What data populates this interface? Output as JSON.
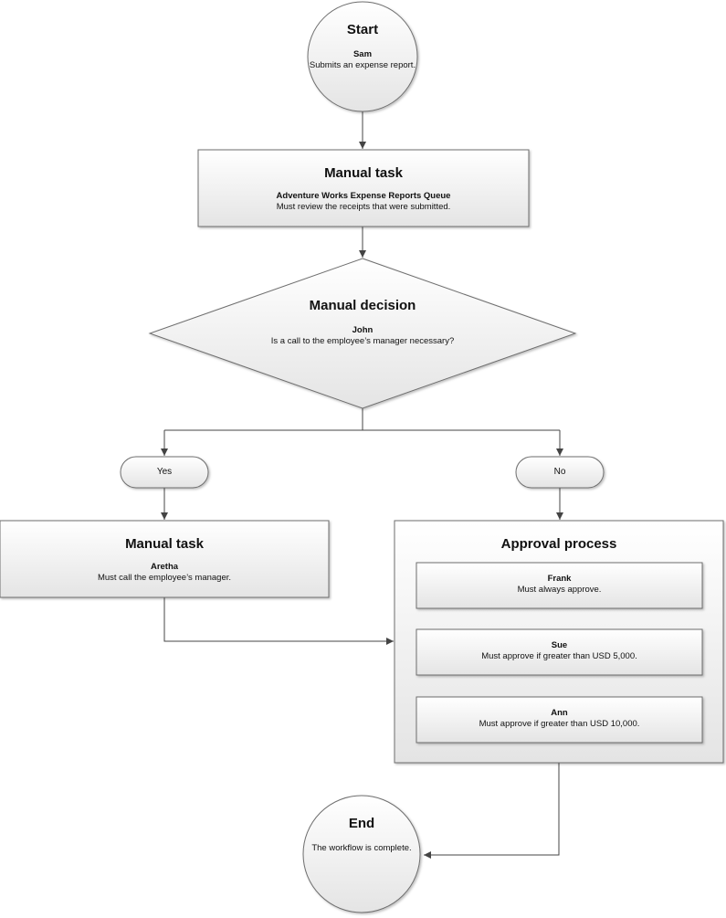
{
  "start": {
    "title": "Start",
    "actor": "Sam",
    "desc": "Submits an expense report."
  },
  "task1": {
    "title": "Manual task",
    "actor": "Adventure Works Expense Reports Queue",
    "desc": "Must review the receipts that were submitted."
  },
  "decision": {
    "title": "Manual decision",
    "actor": "John",
    "desc": "Is a call to the employee’s manager necessary?"
  },
  "branch_yes": {
    "label": "Yes"
  },
  "branch_no": {
    "label": "No"
  },
  "task2": {
    "title": "Manual task",
    "actor": "Aretha",
    "desc": "Must call the employee’s manager."
  },
  "approval": {
    "title": "Approval process",
    "steps": [
      {
        "actor": "Frank",
        "desc": "Must always approve."
      },
      {
        "actor": "Sue",
        "desc": "Must approve if greater than USD 5,000."
      },
      {
        "actor": "Ann",
        "desc": "Must approve if greater than USD 10,000."
      }
    ]
  },
  "end": {
    "title": "End",
    "desc": "The workflow is complete."
  },
  "colors": {
    "stroke": "#6e6e6e",
    "fill_light": "#ffffff",
    "fill_shade": "#e6e6e6",
    "arrow": "#444444"
  }
}
